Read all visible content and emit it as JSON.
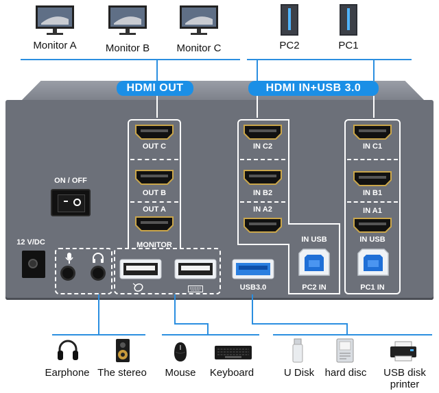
{
  "top_devices": {
    "monitors": [
      "Monitor A",
      "Monitor B",
      "Monitor C"
    ],
    "pcs": [
      "PC2",
      "PC1"
    ]
  },
  "banners": {
    "hdmi_out": "HDMI OUT",
    "hdmi_in_usb": "HDMI IN+USB 3.0"
  },
  "panel": {
    "power_switch_label": "ON / OFF",
    "dc_label": "12 V/DC",
    "out_ports": [
      "OUT C",
      "OUT B",
      "OUT A"
    ],
    "monitor_label": "MONITOR",
    "pc2_ports": [
      "IN C2",
      "IN B2",
      "IN A2"
    ],
    "pc1_ports": [
      "IN C1",
      "IN B1",
      "IN A1"
    ],
    "usb_in_label_pc2": "IN USB",
    "usb_in_label_pc1": "IN USB",
    "pc2_in_label": "PC2 IN",
    "pc1_in_label": "PC1 IN",
    "usb3_label": "USB3.0"
  },
  "bottom_devices": {
    "audio": [
      "Earphone",
      "The stereo"
    ],
    "input": [
      "Mouse",
      "Keyboard"
    ],
    "storage": [
      "U Disk",
      "hard disc",
      "USB disk printer"
    ]
  },
  "colors": {
    "accent_blue": "#1b8fe6",
    "panel_gray": "#6c7079",
    "usb3_blue": "#2b7fe0"
  }
}
